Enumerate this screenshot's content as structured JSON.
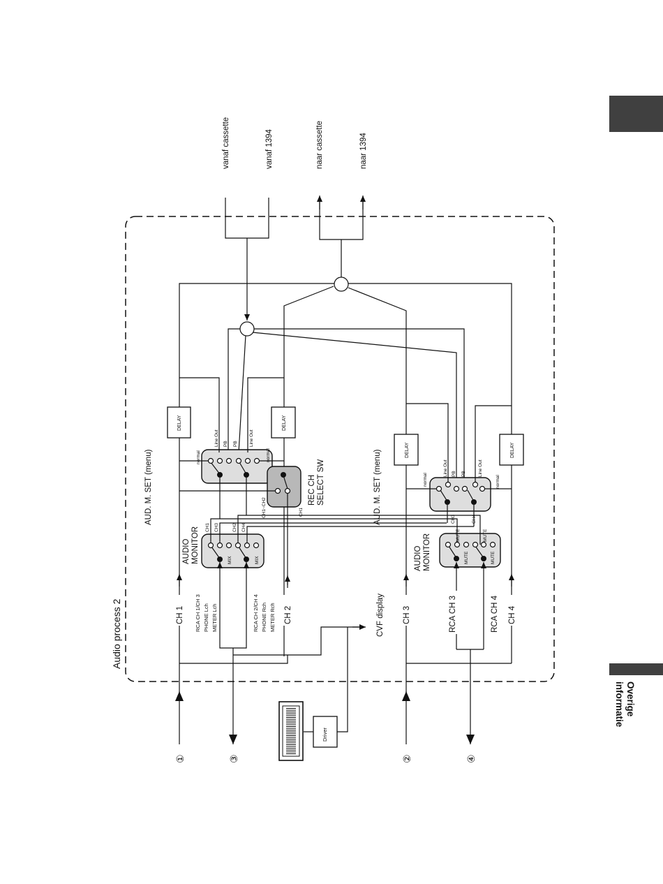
{
  "page": {
    "side_tab": {
      "line1": "Overige",
      "line2": "informatie"
    }
  },
  "diagram": {
    "title": "Audio process 2",
    "top_inputs": {
      "from_cassette": "vanaf cassette",
      "from_1394": "vanaf 1394"
    },
    "top_outputs": {
      "to_cassette": "naar cassette",
      "to_1394": "naar 1394"
    },
    "channels": {
      "ch1": "CH 1",
      "ch2": "CH 2",
      "ch3": "CH 3",
      "ch4": "CH 4"
    },
    "terminals": {
      "t1": "①",
      "t2": "②",
      "t3": "③",
      "t4": "④"
    },
    "menu_label": "AUD. M. SET (menu)",
    "delay": "DELAY",
    "driver": "Driver",
    "cvf_display": "CVF display",
    "audio_monitor": {
      "line1": "AUDIO",
      "line2": "MONITOR"
    },
    "rec_ch_select": {
      "line1": "REC CH",
      "line2": "SELECT SW"
    },
    "switch_labels": {
      "normal": "normal",
      "line_out": "Line Out",
      "pb": "PB",
      "mix": "MIX",
      "mute": "MUTE",
      "ch1": "CH1",
      "ch2": "CH2",
      "ch3": "CH3",
      "ch4": "CH4",
      "ch1_ch2": "CH1~CH2"
    },
    "output_labels": {
      "left": {
        "line1": "RCA CH 1/CH 3",
        "line2": "PHONE Lch",
        "line3": "METER Lch"
      },
      "right": {
        "line1": "RCA CH 2/CH 4",
        "line2": "PHONE Rch",
        "line3": "METER Rch"
      },
      "rca_ch3": "RCA CH 3",
      "rca_ch4": "RCA CH 4"
    }
  }
}
